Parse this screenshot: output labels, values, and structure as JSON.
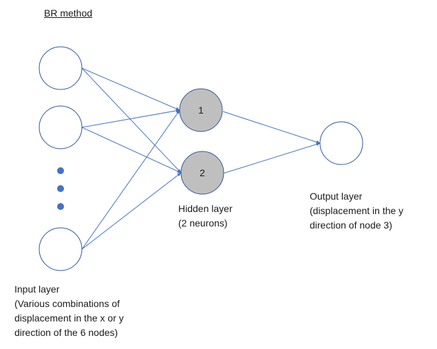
{
  "title": "BR method",
  "input_layer": {
    "label": "Input layer\n(Various combinations of\ndisplacement in the x or y\ndirection of the 6 nodes)"
  },
  "hidden_layer": {
    "label": "Hidden layer\n(2 neurons)",
    "neurons": [
      {
        "id": "1"
      },
      {
        "id": "2"
      }
    ]
  },
  "output_layer": {
    "label": "Output layer\n(displacement in the y\ndirection of node 3)"
  },
  "colors": {
    "edge": "#4472c4",
    "node_stroke": "#2f5597",
    "hidden_fill": "#bfbfbf",
    "dot_fill": "#4472c4"
  }
}
